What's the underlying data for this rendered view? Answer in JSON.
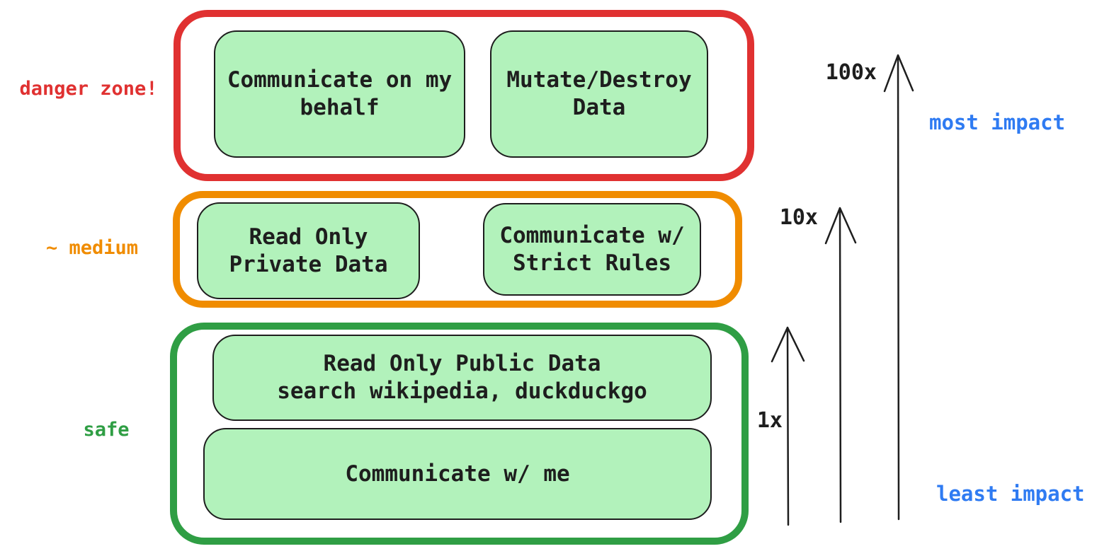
{
  "zones": [
    {
      "name": "danger",
      "label": "danger zone!",
      "color": "#e03131",
      "boxes": [
        {
          "lines": [
            "Communicate on my",
            "behalf"
          ]
        },
        {
          "lines": [
            "Mutate/Destroy",
            "Data"
          ]
        }
      ]
    },
    {
      "name": "medium",
      "label": "~ medium",
      "color": "#f08c00",
      "boxes": [
        {
          "lines": [
            "Read Only",
            "Private Data"
          ]
        },
        {
          "lines": [
            "Communicate w/",
            "Strict Rules"
          ]
        }
      ]
    },
    {
      "name": "safe",
      "label": "safe",
      "color": "#2f9e44",
      "boxes": [
        {
          "lines": [
            "Read Only Public Data",
            "search wikipedia, duckduckgo"
          ]
        },
        {
          "lines": [
            "Communicate w/ me"
          ]
        }
      ]
    }
  ],
  "impact_scale": {
    "arrow_labels": [
      "1x",
      "10x",
      "100x"
    ],
    "most_label": "most impact",
    "least_label": "least impact",
    "label_color": "#2f7bf2",
    "arrow_color": "#1e1e1e"
  },
  "colors": {
    "danger_border": "#e03131",
    "medium_border": "#f08c00",
    "safe_border": "#2f9e44",
    "box_fill": "#b2f2bb",
    "box_stroke": "#1e1e1e",
    "text": "#1e1e1e",
    "impact_text": "#2f7bf2",
    "background": "#ffffff"
  }
}
